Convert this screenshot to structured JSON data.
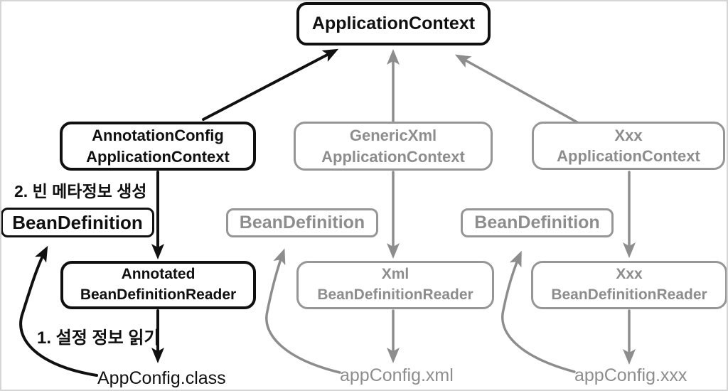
{
  "diagram": {
    "root_context": "ApplicationContext",
    "annotations": {
      "step2": "2. 빈 메타정보 생성",
      "step1": "1. 설정 정보 읽기"
    },
    "columns": [
      {
        "context": "AnnotationConfig\nApplicationContext",
        "bean_definition": "BeanDefinition",
        "reader": "Annotated\nBeanDefinitionReader",
        "config_source": "AppConfig.class",
        "emphasis": "active-black"
      },
      {
        "context": "GenericXml\nApplicationContext",
        "bean_definition": "BeanDefinition",
        "reader": "Xml\nBeanDefinitionReader",
        "config_source": "appConfig.xml",
        "emphasis": "inactive-gray"
      },
      {
        "context": "Xxx\nApplicationContext",
        "bean_definition": "BeanDefinition",
        "reader": "Xxx\nBeanDefinitionReader",
        "config_source": "appConfig.xxx",
        "emphasis": "inactive-gray"
      }
    ],
    "colors": {
      "active": "#101010",
      "inactive": "#8d8d8d",
      "background": "#ffffff",
      "frame_border": "#d6d6d6"
    }
  }
}
